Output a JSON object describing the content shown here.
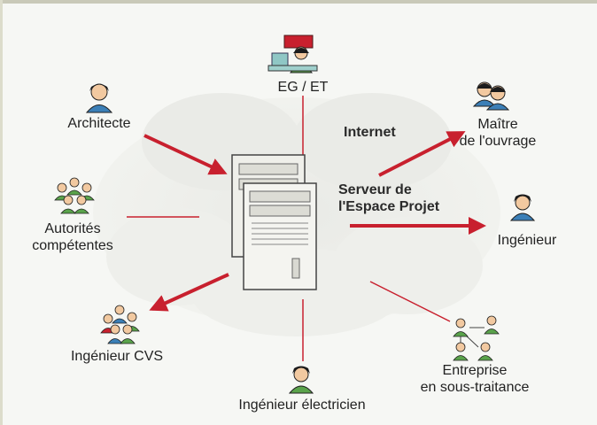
{
  "diagram": {
    "internet_label": "Internet",
    "server_label_line1": "Serveur de",
    "server_label_line2": "l'Espace Projet",
    "nodes": {
      "eg_et": "EG / ET",
      "architecte": "Architecte",
      "maitre_line1": "Maître",
      "maitre_line2": "de l'ouvrage",
      "autorites_line1": "Autorités",
      "autorites_line2": "compétentes",
      "ingenieur": "Ingénieur",
      "ingenieur_cvs": "Ingénieur CVS",
      "entreprise_line1": "Entreprise",
      "entreprise_line2": "en sous-traitance",
      "ingenieur_electricien": "Ingénieur électricien"
    },
    "colors": {
      "arrow": "#c8202e",
      "cloud": "#e6e7e3",
      "skin": "#f2c9a0",
      "shirt_blue": "#3b7fb7",
      "shirt_green": "#5aa34b",
      "server": "#f3f3ef"
    }
  }
}
